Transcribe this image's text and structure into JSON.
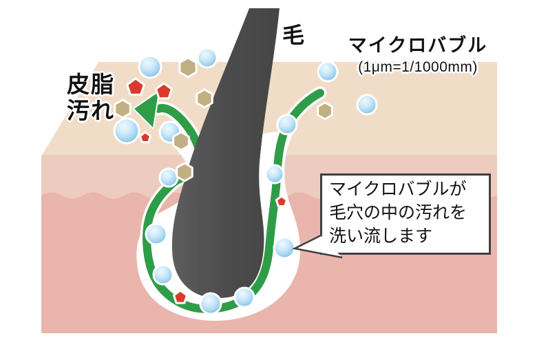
{
  "labels": {
    "hair_label": "毛",
    "bubble_title": "マイクロバブル",
    "bubble_subtitle": "(1μm=1/1000mm)",
    "sebum_line1": "皮脂",
    "sebum_line2": "汚れ",
    "callout": {
      "line1": "マイクロバブルが",
      "line2": "毛穴の中の汚れを",
      "line3": "洗い流します"
    }
  },
  "icons": {
    "microbubble-icon": "light blue glossy sphere (circle)",
    "sebum-dirt-icon": "red pentagon particle",
    "dirt-particle-icon": "khaki hexagon particle",
    "flow-arrow-icon": "green curved arrow sweeping dirt out of the pore"
  },
  "colors": {
    "skin_surface": "#f1ddc7",
    "epidermis": "#edccbf",
    "dermis": "#e9b5ac",
    "hair_dark": "#4c4c4c",
    "hair_light": "#5d5d5d",
    "pore_white": "#ffffff",
    "arrow_green": "#2f9c48",
    "sebum_red": "#d93a2b",
    "dirt_khaki": "#c1b083",
    "bubble_hi": "#eef9ff",
    "bubble_mid1": "#cfeafa",
    "bubble_mid2": "#a3d4f0",
    "bubble_deep": "#72b2e0",
    "callout_border": "#3f3f3f",
    "text": "#111111"
  }
}
